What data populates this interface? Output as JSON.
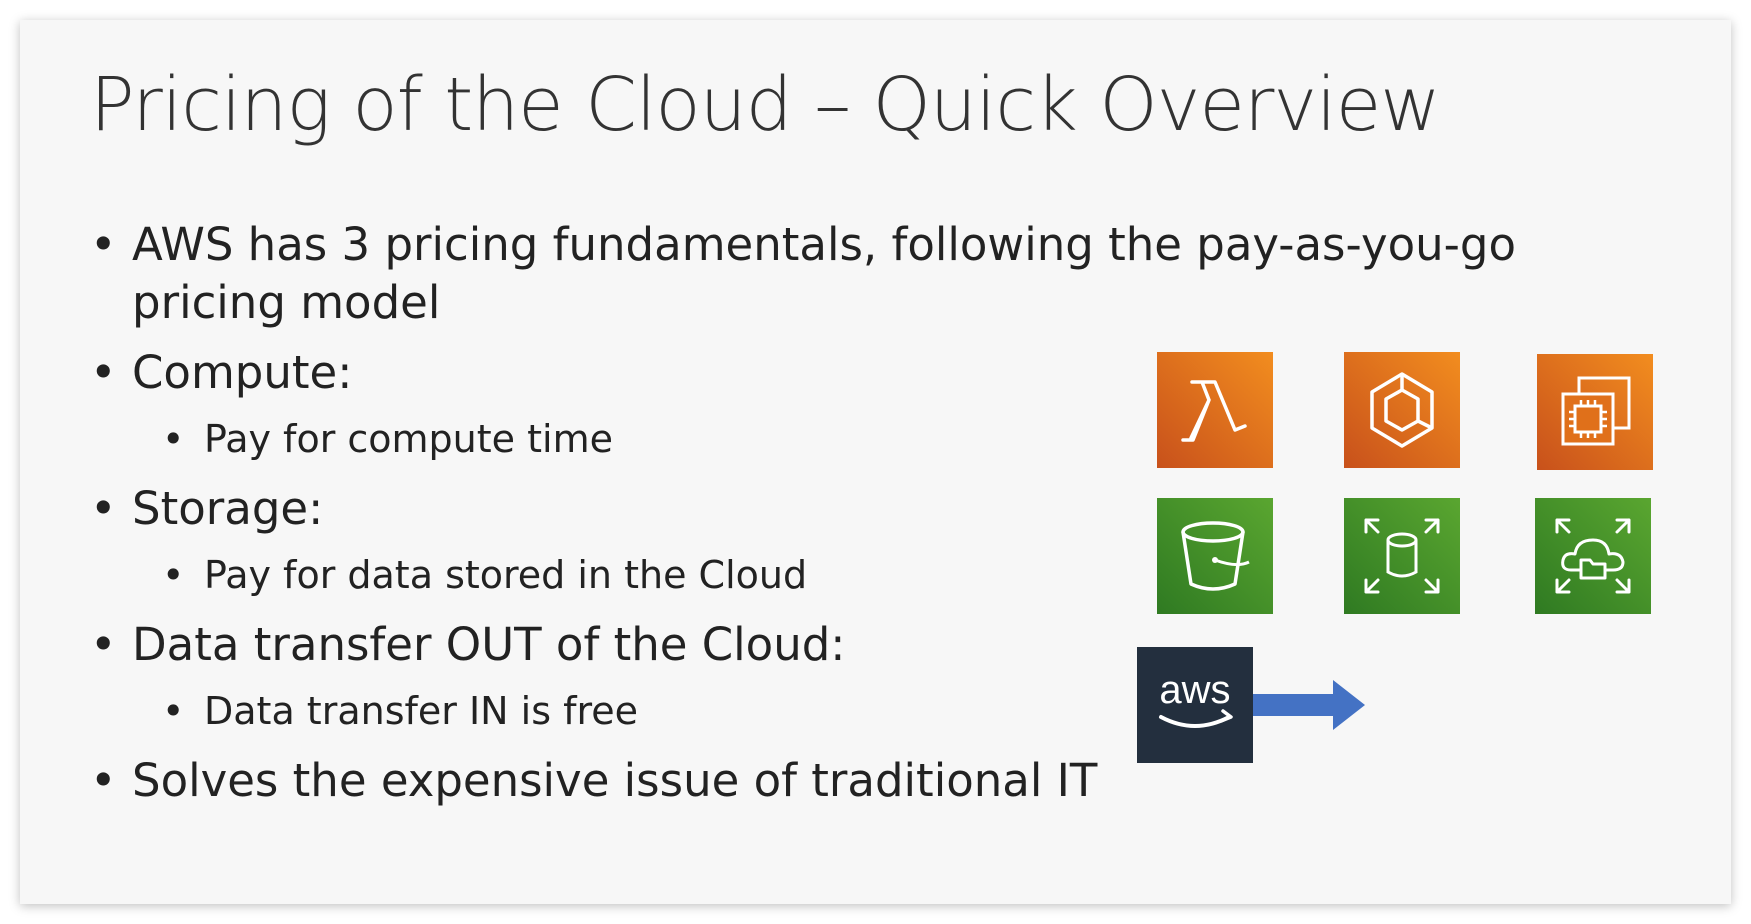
{
  "slide": {
    "title": "Pricing of the Cloud – Quick Overview",
    "bullet_glyph": "•",
    "bullets": [
      {
        "text": "AWS has 3 pricing fundamentals, following the pay-as-you-go pricing model"
      },
      {
        "text": "Compute:",
        "sub": "Pay for compute time"
      },
      {
        "text": "Storage:",
        "sub": "Pay for data stored in the Cloud"
      },
      {
        "text": "Data transfer OUT of the Cloud:",
        "sub": "Data transfer IN is free"
      },
      {
        "text": "Solves the expensive issue of traditional IT"
      }
    ]
  },
  "icons": [
    {
      "name": "lambda-icon",
      "color": "#d86613"
    },
    {
      "name": "ecs-icon",
      "color": "#d86613"
    },
    {
      "name": "ec2-icon",
      "color": "#d86613"
    },
    {
      "name": "s3-bucket-icon",
      "color": "#3f8624"
    },
    {
      "name": "ebs-elastic-volume-icon",
      "color": "#3f8624"
    },
    {
      "name": "efs-elastic-file-system-icon",
      "color": "#3f8624"
    },
    {
      "name": "aws-logo",
      "color": "#232f3e",
      "wordmark": "aws"
    },
    {
      "name": "arrow-right-icon",
      "color": "#4472c4"
    }
  ]
}
